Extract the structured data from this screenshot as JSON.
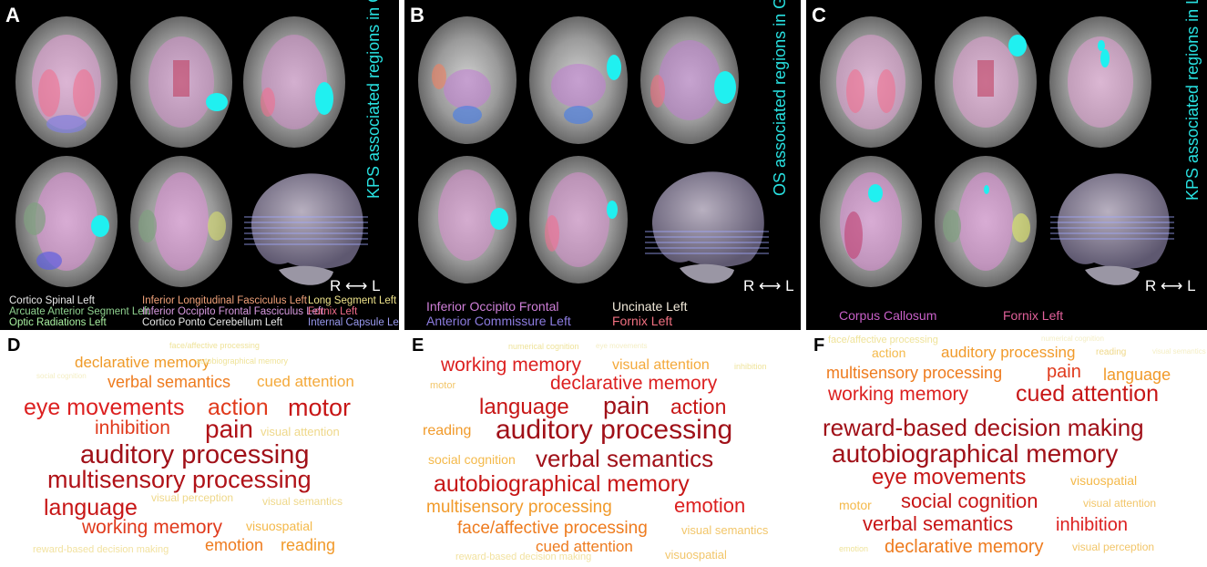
{
  "panels": {
    "A": {
      "label": "A",
      "vertical_title": "KPS associated regions in GBM",
      "orientation": "R ⟷ L",
      "legend": [
        {
          "text": "Cortico Spinal Left",
          "color": "#e8e8e8"
        },
        {
          "text": "Arcuate Anterior Segment Left",
          "color": "#8fd18f"
        },
        {
          "text": "Optic Radiations Left",
          "color": "#a8f0a0"
        },
        {
          "text": "Inferior Longitudinal Fasciculus Left",
          "color": "#f2a27a"
        },
        {
          "text": "Inferior Occipito Frontal Fasciculus Left",
          "color": "#d89ae0"
        },
        {
          "text": "Cortico Ponto Cerebellum Left",
          "color": "#e8e8e8"
        },
        {
          "text": "Long Segment Left",
          "color": "#eee38a"
        },
        {
          "text": "Fornix Left",
          "color": "#f06c8a"
        },
        {
          "text": "Internal Capsule Left",
          "color": "#9a9af0"
        }
      ]
    },
    "B": {
      "label": "B",
      "vertical_title": "OS associated regions in GBM",
      "orientation": "R ⟷ L",
      "legend": [
        {
          "text": "Inferior Occipito Frontal",
          "color": "#cf7fd8"
        },
        {
          "text": "Anterior Commissure Left",
          "color": "#8c7ce0"
        },
        {
          "text": "Uncinate Left",
          "color": "#f0e8d8"
        },
        {
          "text": "Fornix Left",
          "color": "#f07080"
        }
      ]
    },
    "C": {
      "label": "C",
      "vertical_title": "KPS associated regions in LGG",
      "orientation": "R ⟷ L",
      "legend": [
        {
          "text": "Corpus Callosum",
          "color": "#c860c8"
        },
        {
          "text": "Fornix Left",
          "color": "#e0609a"
        }
      ]
    }
  },
  "wordclouds": {
    "D": {
      "label": "D",
      "words": [
        {
          "text": "face/affective processing",
          "size": 9,
          "color": "#efe39a"
        },
        {
          "text": "declarative memory",
          "size": 17,
          "color": "#ef9a28"
        },
        {
          "text": "autobiographical memory",
          "size": 9,
          "color": "#efe39a"
        },
        {
          "text": "social cognition",
          "size": 8,
          "color": "#f4eec4"
        },
        {
          "text": "verbal semantics",
          "size": 18,
          "color": "#ee7b1e"
        },
        {
          "text": "cued attention",
          "size": 17,
          "color": "#f4a93a"
        },
        {
          "text": "eye movements",
          "size": 25,
          "color": "#dc2020"
        },
        {
          "text": "action",
          "size": 25,
          "color": "#e03a1c"
        },
        {
          "text": "motor",
          "size": 27,
          "color": "#c71616"
        },
        {
          "text": "inhibition",
          "size": 21,
          "color": "#e03a1c"
        },
        {
          "text": "pain",
          "size": 28,
          "color": "#b01218"
        },
        {
          "text": "visual attention",
          "size": 13,
          "color": "#efd88a"
        },
        {
          "text": "auditory processing",
          "size": 29,
          "color": "#a01018"
        },
        {
          "text": "multisensory processing",
          "size": 27,
          "color": "#b01218"
        },
        {
          "text": "visual perception",
          "size": 12,
          "color": "#efd88a"
        },
        {
          "text": "language",
          "size": 25,
          "color": "#c71616"
        },
        {
          "text": "visual semantics",
          "size": 12,
          "color": "#efd88a"
        },
        {
          "text": "working memory",
          "size": 21,
          "color": "#e03a1c"
        },
        {
          "text": "visuospatial",
          "size": 14,
          "color": "#f4b94a"
        },
        {
          "text": "reward-based decision making",
          "size": 11,
          "color": "#f2e2a0"
        },
        {
          "text": "emotion",
          "size": 18,
          "color": "#ee7b1e"
        },
        {
          "text": "reading",
          "size": 18,
          "color": "#f19a2a"
        }
      ]
    },
    "E": {
      "label": "E",
      "words": [
        {
          "text": "numerical cognition",
          "size": 9,
          "color": "#efe39a"
        },
        {
          "text": "eye movements",
          "size": 8,
          "color": "#f4eec4"
        },
        {
          "text": "working memory",
          "size": 21,
          "color": "#dc2020"
        },
        {
          "text": "visual attention",
          "size": 16,
          "color": "#f4a93a"
        },
        {
          "text": "inhibition",
          "size": 9,
          "color": "#efe39a"
        },
        {
          "text": "motor",
          "size": 11,
          "color": "#f2c66a"
        },
        {
          "text": "declarative memory",
          "size": 21,
          "color": "#dc2020"
        },
        {
          "text": "language",
          "size": 24,
          "color": "#c71616"
        },
        {
          "text": "pain",
          "size": 27,
          "color": "#a01018"
        },
        {
          "text": "action",
          "size": 23,
          "color": "#c71616"
        },
        {
          "text": "reading",
          "size": 16,
          "color": "#f19a2a"
        },
        {
          "text": "auditory processing",
          "size": 30,
          "color": "#a01018"
        },
        {
          "text": "social cognition",
          "size": 14,
          "color": "#f4b94a"
        },
        {
          "text": "verbal semantics",
          "size": 26,
          "color": "#a01018"
        },
        {
          "text": "autobiographical memory",
          "size": 25,
          "color": "#c71616"
        },
        {
          "text": "multisensory processing",
          "size": 19,
          "color": "#f19a2a"
        },
        {
          "text": "emotion",
          "size": 22,
          "color": "#dc2020"
        },
        {
          "text": "face/affective processing",
          "size": 19,
          "color": "#ee7b1e"
        },
        {
          "text": "visual semantics",
          "size": 13,
          "color": "#f2c66a"
        },
        {
          "text": "cued attention",
          "size": 17,
          "color": "#ee7b1e"
        },
        {
          "text": "reward-based decision making",
          "size": 11,
          "color": "#f2e2a0"
        },
        {
          "text": "visuospatial",
          "size": 13,
          "color": "#f2c66a"
        }
      ]
    },
    "F": {
      "label": "F",
      "words": [
        {
          "text": "face/affective processing",
          "size": 11,
          "color": "#efe39a"
        },
        {
          "text": "numerical cognition",
          "size": 8,
          "color": "#f4eec4"
        },
        {
          "text": "action",
          "size": 14,
          "color": "#f4b94a"
        },
        {
          "text": "auditory processing",
          "size": 17,
          "color": "#f19a2a"
        },
        {
          "text": "reading",
          "size": 10,
          "color": "#efd88a"
        },
        {
          "text": "visual semantics",
          "size": 8,
          "color": "#f4eec4"
        },
        {
          "text": "multisensory processing",
          "size": 18,
          "color": "#ee7b1e"
        },
        {
          "text": "pain",
          "size": 20,
          "color": "#e03a1c"
        },
        {
          "text": "language",
          "size": 18,
          "color": "#f19a2a"
        },
        {
          "text": "working memory",
          "size": 21,
          "color": "#dc2020"
        },
        {
          "text": "cued attention",
          "size": 25,
          "color": "#c71616"
        },
        {
          "text": "reward-based decision making",
          "size": 26,
          "color": "#a01018"
        },
        {
          "text": "autobiographical memory",
          "size": 28,
          "color": "#a01018"
        },
        {
          "text": "eye movements",
          "size": 24,
          "color": "#c71616"
        },
        {
          "text": "visuospatial",
          "size": 14,
          "color": "#f4b94a"
        },
        {
          "text": "motor",
          "size": 14,
          "color": "#f4b94a"
        },
        {
          "text": "social cognition",
          "size": 22,
          "color": "#c71616"
        },
        {
          "text": "visual attention",
          "size": 12,
          "color": "#f2c66a"
        },
        {
          "text": "verbal semantics",
          "size": 22,
          "color": "#c71616"
        },
        {
          "text": "inhibition",
          "size": 20,
          "color": "#dc2020"
        },
        {
          "text": "emotion",
          "size": 9,
          "color": "#efe39a"
        },
        {
          "text": "declarative memory",
          "size": 20,
          "color": "#ee7b1e"
        },
        {
          "text": "visual perception",
          "size": 12,
          "color": "#f2c66a"
        }
      ]
    }
  }
}
